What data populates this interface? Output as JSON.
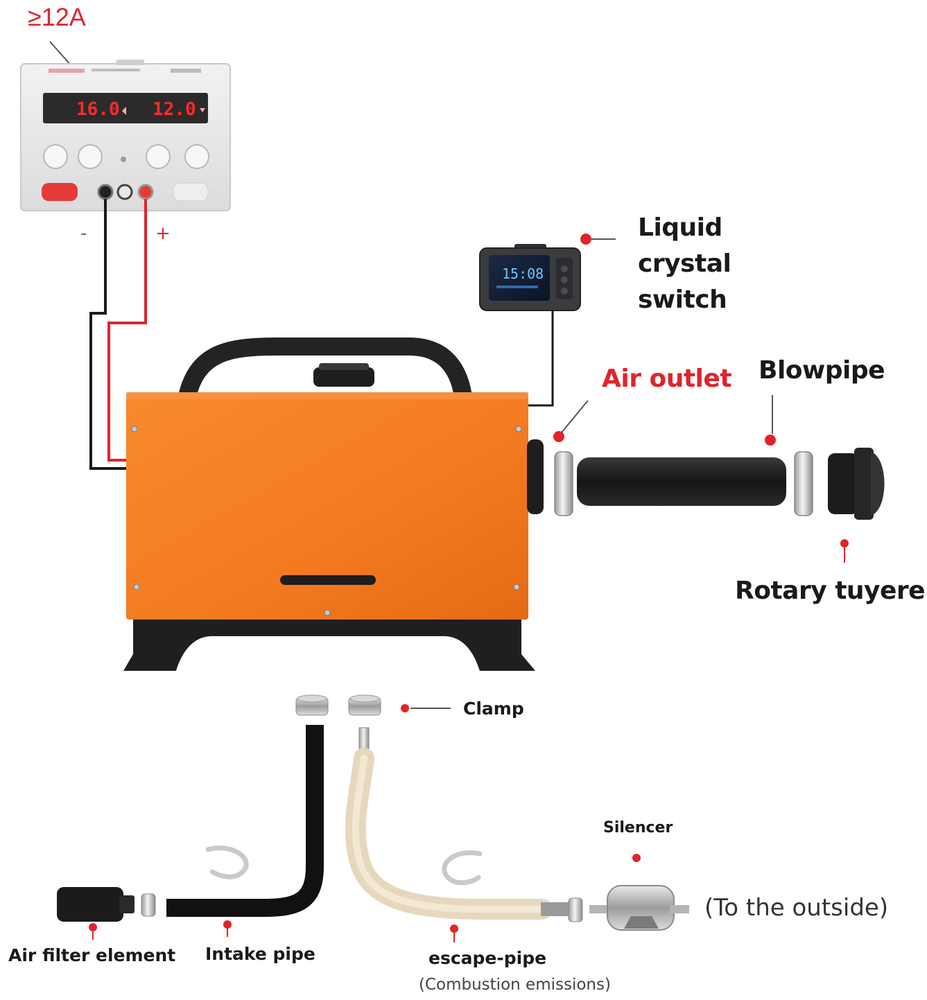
{
  "power_supply": {
    "current_requirement": "≥12A",
    "negative_terminal": "-",
    "positive_terminal": "+",
    "display_left": "16.0",
    "display_right": "12.0"
  },
  "controller": {
    "label_line1": "Liquid",
    "label_line2": "crystal",
    "label_line3": "switch",
    "screen_time": "15:08"
  },
  "labels": {
    "air_outlet": "Air outlet",
    "blowpipe": "Blowpipe",
    "rotary_tuyere": "Rotary tuyere",
    "clamp": "Clamp",
    "silencer": "Silencer",
    "to_outside": "(To the outside)",
    "air_filter": "Air filter element",
    "intake_pipe": "Intake pipe",
    "escape_pipe": "escape-pipe",
    "combustion": "(Combustion emissions)"
  },
  "colors": {
    "accent_red": "#e0242b",
    "heater_orange": "#f47a20",
    "wire_black": "#1a1a1a",
    "wire_red": "#e0242b"
  }
}
